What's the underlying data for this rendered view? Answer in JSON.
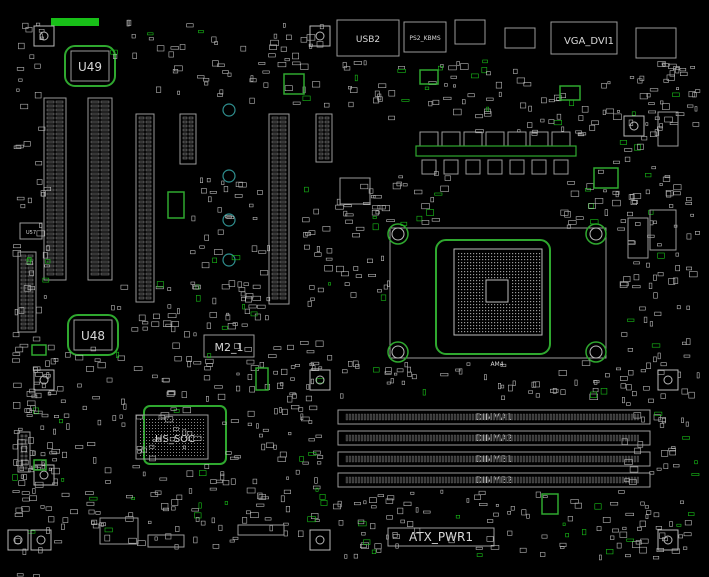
{
  "labels": {
    "u49": "U49",
    "u48": "U48",
    "m2": "M2_1",
    "hs": "HS_SOC",
    "vga": "VGA_DVI1",
    "usb": "USB2",
    "ps2": "PS2_KBMS",
    "atx": "ATX_PWR1",
    "dimm1": "DIMMA1",
    "dimm2": "DIMMA2",
    "dimm3": "DIMMB1",
    "dimm4": "DIMMB2",
    "cpu": "AM4",
    "u57": "U57"
  },
  "colors": {
    "background": "#000000",
    "silk": "#d8d8d8",
    "outline": "#9a9a9a",
    "green": "#2fa82f",
    "bright_green": "#18c018",
    "teal": "#2f8f8f"
  }
}
